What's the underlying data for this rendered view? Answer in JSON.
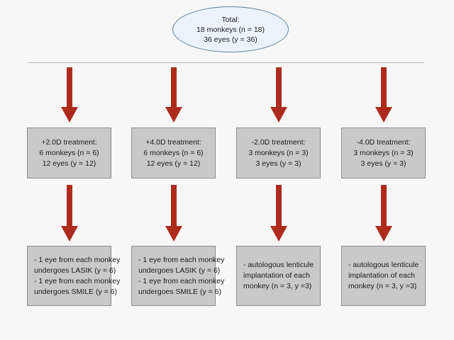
{
  "colors": {
    "background": "#f7f7f7",
    "box_fill": "#c9c9c9",
    "box_border": "#8c8c96",
    "ellipse_fill": "#eaf3fb",
    "ellipse_border": "#5b7f9e",
    "arrow": "#ad2b1d",
    "divider": "#b9b9b9",
    "text": "#1a1a1a"
  },
  "chart_data": {
    "type": "diagram",
    "title": "Monkey refractive treatment allocation flowchart",
    "root": {
      "shape": "ellipse",
      "lines": [
        "Total:",
        "18 monkeys (n = 18)",
        "36 eyes (y = 36)"
      ],
      "monkeys": 18,
      "eyes": 36
    },
    "groups": [
      {
        "treatment": "+2.0D treatment:",
        "monkeys": 6,
        "eyes": 12,
        "lines": [
          "+2.0D treatment:",
          "6 monkeys (n = 6)",
          "12 eyes (y = 12)"
        ],
        "outcome_lines": [
          "- 1 eye from each monkey",
          "undergoes LASIK (y = 6)",
          "- 1 eye from each monkey",
          "undergoes SMILE (y = 6)"
        ]
      },
      {
        "treatment": "+4.0D treatment:",
        "monkeys": 6,
        "eyes": 12,
        "lines": [
          "+4.0D treatment:",
          "6 monkeys (n = 6)",
          "12 eyes (y = 12)"
        ],
        "outcome_lines": [
          "- 1 eye from each monkey",
          "undergoes LASIK (y = 6)",
          "- 1 eye from each monkey",
          "undergoes SMILE (y = 6)"
        ]
      },
      {
        "treatment": "-2.0D treatment:",
        "monkeys": 3,
        "eyes": 3,
        "lines": [
          "-2.0D treatment:",
          "3 monkeys (n = 3)",
          "3 eyes (y = 3)"
        ],
        "outcome_lines": [
          "- autologous lenticule",
          "implantation of each",
          "monkey (n = 3, y =3)"
        ]
      },
      {
        "treatment": "-4.0D treatment:",
        "monkeys": 3,
        "eyes": 3,
        "lines": [
          "-4.0D treatment:",
          "3 monkeys (n = 3)",
          "3 eyes (y = 3)"
        ],
        "outcome_lines": [
          "- autologous lenticule",
          "implantation of each",
          "monkey (n = 3, y =3)"
        ]
      }
    ],
    "arrow_count": 8,
    "arrow_direction": "down"
  }
}
